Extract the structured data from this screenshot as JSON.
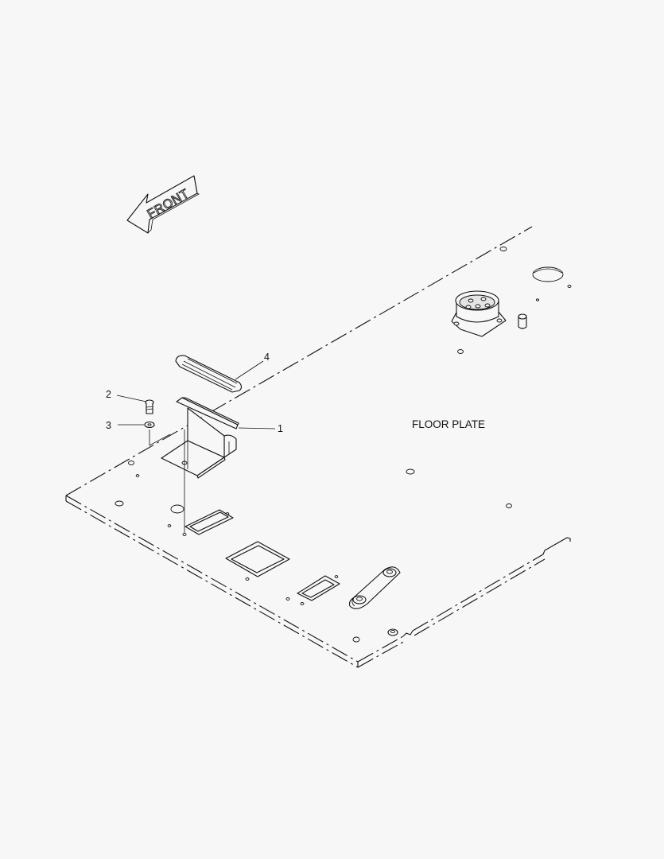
{
  "direction_arrow": {
    "label": "FRONT"
  },
  "callouts": [
    {
      "id": "callout-1",
      "number": "1"
    },
    {
      "id": "callout-2",
      "number": "2"
    },
    {
      "id": "callout-3",
      "number": "3"
    },
    {
      "id": "callout-4",
      "number": "4"
    }
  ],
  "floor_plate_label": "FLOOR PLATE"
}
